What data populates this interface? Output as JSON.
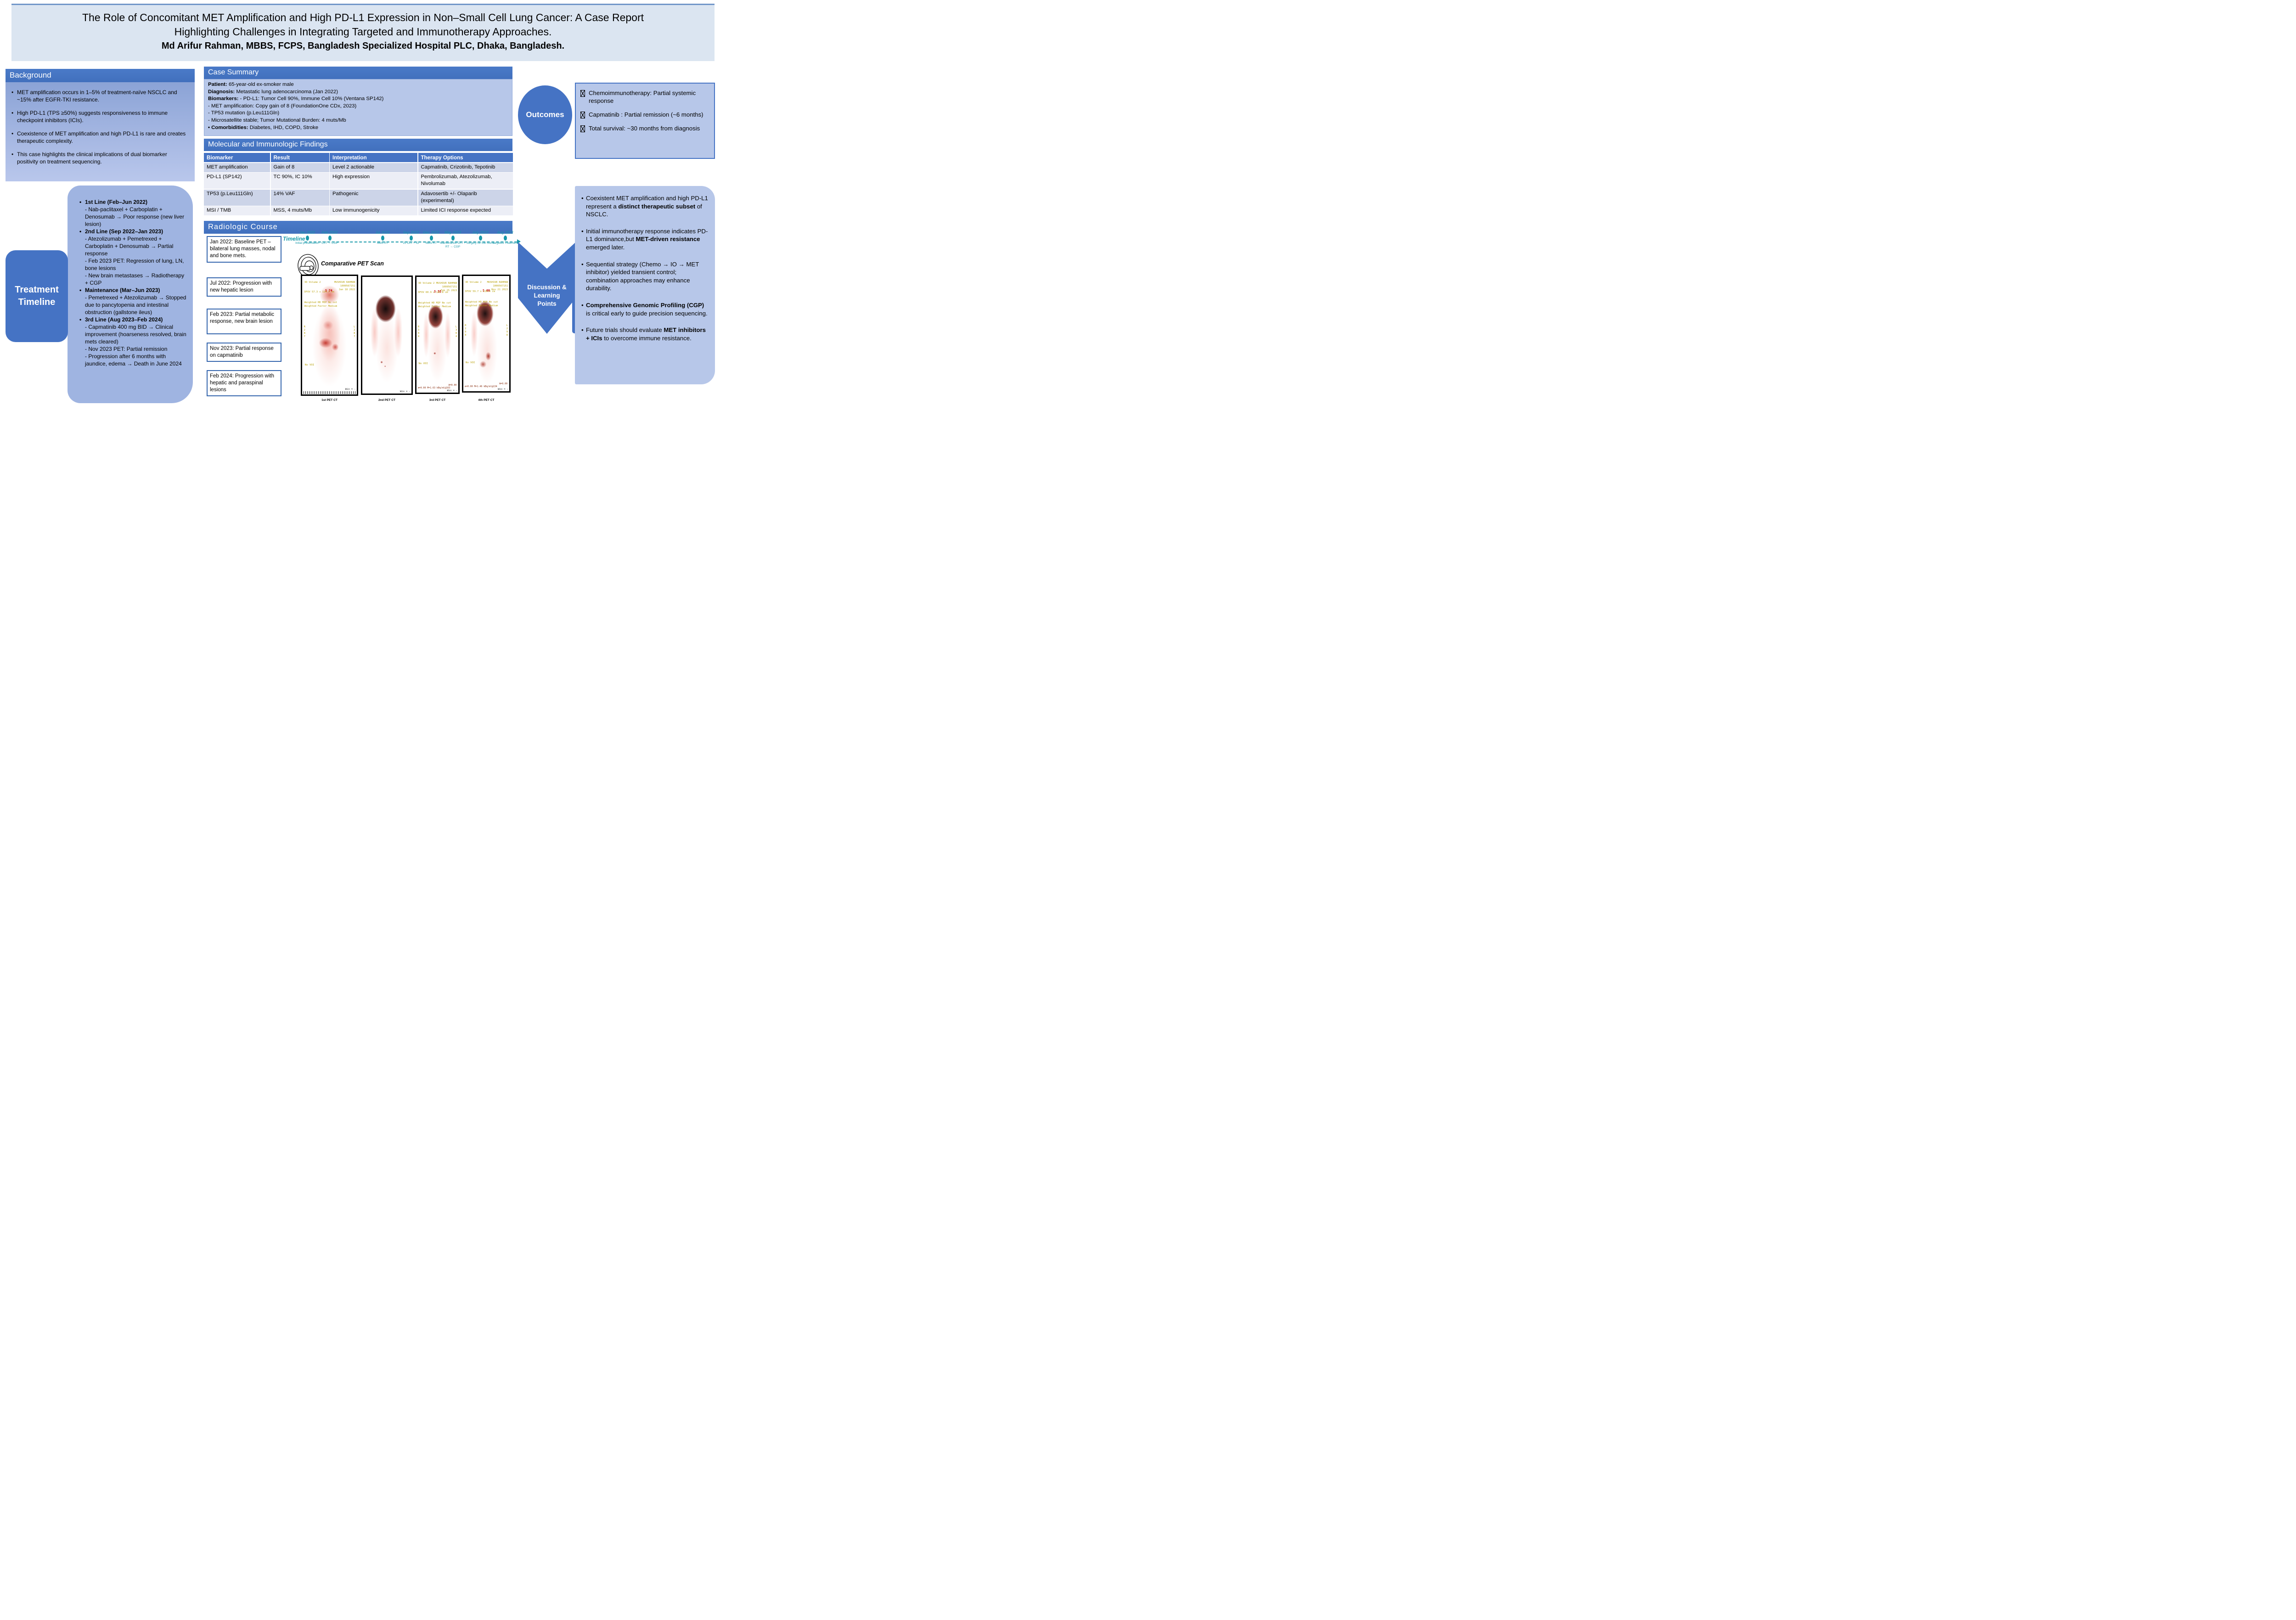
{
  "title": {
    "line1": "The Role of Concomitant MET Amplification and High PD-L1 Expression in Non–Small Cell Lung Cancer: A Case Report",
    "line2": "Highlighting Challenges in Integrating Targeted and Immunotherapy Approaches.",
    "line3": "Md Arifur Rahman, MBBS, FCPS, Bangladesh Specialized Hospital PLC, Dhaka, Bangladesh."
  },
  "background": {
    "header": "Background",
    "bullets": [
      "MET amplification occurs in 1–5% of treatment-naïve NSCLC and ~15% after EGFR-TKI resistance.",
      "High PD-L1 (TPS ≥50%) suggests responsiveness to immune checkpoint inhibitors (ICIs).",
      "Coexistence of MET amplification and high PD-L1 is rare and creates therapeutic complexity.",
      "This case highlights the clinical implications of dual biomarker positivity on treatment sequencing."
    ]
  },
  "case_summary": {
    "header": "Case Summary",
    "rows": [
      {
        "label": "Patient:",
        "text": " 65-year-old ex-smoker male"
      },
      {
        "label": "Diagnosis:",
        "text": " Metastatic lung adenocarcinoma (Jan 2022)"
      },
      {
        "label": "Biomarkers:",
        "text": " - PD-L1: Tumor Cell 90%, Immune Cell 10% (Ventana SP142)"
      },
      {
        "label": "",
        "text": "- MET amplification: Copy gain of 8 (FoundationOne CDx, 2023)"
      },
      {
        "label": "",
        "text": "- TP53 mutation (p.Leu111Gln)"
      },
      {
        "label": "",
        "text": "- Microsatellite stable; Tumor Mutational Burden: 4 muts/Mb"
      },
      {
        "label": "•  Comorbidities:",
        "text": " Diabetes, IHD, COPD, Stroke"
      }
    ]
  },
  "molecular": {
    "header": "Molecular and Immunologic Findings",
    "table": {
      "headers": [
        "Biomarker",
        "Result",
        "Interpretation",
        "Therapy Options"
      ],
      "rows": [
        {
          "c0": "MET amplification",
          "c1": "Gain of 8",
          "c2": "Level 2 actionable",
          "c3": "Capmatinib, Crizotinib, Tepotinib"
        },
        {
          "c0": "PD-L1 (SP142)",
          "c1": "TC 90%, IC 10%",
          "c2": "High expression",
          "c3": "Pembrolizumab, Atezolizumab, Nivolumab"
        },
        {
          "c0": "TP53 (p.Leu111Gln)",
          "c1": "14% VAF",
          "c2": "Pathogenic",
          "c3": "Adavosertib +/- Olaparib (experimental)"
        },
        {
          "c0": "MSI / TMB",
          "c1": "MSS, 4 muts/Mb",
          "c2": "Low immunogenicity",
          "c3": "Limited ICI response expected"
        }
      ]
    }
  },
  "radiologic": {
    "header": "Radiologic Course",
    "events": [
      "Jan 2022:  Baseline PET – bilateral lung masses, nodal and bone mets.",
      "Jul 2022:  Progression with new hepatic lesion",
      "Feb 2023:  Partial metabolic response, new brain lesion",
      "Nov 2023:  Partial response on  capmatinib",
      "Feb 2024:  Progression with hepatic and paraspinal lesions"
    ]
  },
  "timeline": {
    "label": "Timeline",
    "events": [
      {
        "date": "Jan 2022",
        "label": "Initial presentation"
      },
      {
        "date": "Feb 2022",
        "label": "ChT → CGP"
      },
      {
        "date": "Jul 2022",
        "label": "Mets RT"
      },
      {
        "date": "Sep 2022",
        "label": "2L ChT + IO"
      },
      {
        "date": "Dec 2022",
        "label": "Mets RT"
      },
      {
        "date": "May 2023",
        "label": "Maintenance ChT + RT → CGP"
      },
      {
        "date": "July 2023",
        "label": "Surgery for GB Stone"
      },
      {
        "date": "Aug 2023",
        "label": "Targeted Treatment"
      }
    ]
  },
  "pet": {
    "section_label": "Comparative PET Scan",
    "scans": [
      {
        "volume": "3D Volume 2",
        "s": "S 74",
        "dfov": "DFOV 57.3 x 114.7 cm",
        "weighted": "Weighted HD MIP No cut\nWeighted Factor Medium",
        "patient": "MUSHIUR RAHMAN\n1000567151\nJan 18 2022",
        "side_left": "R\n2\n8\n7",
        "side_right": "L\n2\n8\n7",
        "voi": "No VOI",
        "win": "Win = -",
        "caption": "1st PET CT"
      },
      {
        "win": "Win = -",
        "caption": "2nd PET CT"
      },
      {
        "volume": "3D Volume 2",
        "s": "S 55",
        "dfov": "DFOV 60.9 x 121.8 cm",
        "weighted": "Weighted HD MIP No cut\nWeighted Factor Medium",
        "patient": "MUSHIUR RAHMAN\n1000567151\nFeb 25 2023",
        "side_left": "R\n3\n0\n4",
        "side_right": "L\n3\n0\n4",
        "voi": "No VOI",
        "bottom": "m=0.00 M=1.63 kBq/ml@163",
        "w": "W=0.00",
        "win": "Win = -",
        "caption": "3rd PET CT"
      },
      {
        "volume": "3D Volume 2",
        "s": "S 60",
        "dfov": "DFOV 59.7 x 119.4 cm",
        "weighted": "Weighted HD MIP No cut\nWeighted Factor Medium",
        "patient": "MUSHIUR RAHMAN\n1000567151\nNov 21 2023",
        "side_left": "R\n2\n9\n8",
        "side_right": "L\n2\n9\n8",
        "voi": "No VOI",
        "bottom": "m=0.00 M=1.46 kBq/ml@134",
        "w": "W=0.00",
        "win": "Win = -",
        "caption": "4th PET CT"
      }
    ]
  },
  "outcomes": {
    "label": "Outcomes",
    "items": [
      "Chemoimmunotherapy: Partial systemic response",
      "Capmatinib : Partial remission (~6 months)",
      "Total survival: ~30 months from diagnosis"
    ]
  },
  "treatment": {
    "label_line1": "Treatment",
    "label_line2": "Timeline",
    "entries": [
      {
        "title": "1st Line (Feb–Jun 2022)",
        "details": [
          "- Nab-paclitaxel + Carboplatin + Denosumab → Poor response (new liver lesion)"
        ]
      },
      {
        "title": "2nd Line (Sep 2022–Jan 2023)",
        "details": [
          "- Atezolizumab + Pemetrexed + Carboplatin + Denosumab → Partial response",
          "- Feb 2023 PET: Regression of lung, LN, bone lesions",
          "- New brain metastases → Radiotherapy + CGP"
        ]
      },
      {
        "title": "Maintenance (Mar–Jun 2023)",
        "details": [
          "- Pemetrexed + Atezolizumab → Stopped due to pancytopenia and intestinal obstruction (gallstone ileus)"
        ]
      },
      {
        "title": "3rd Line (Aug 2023–Feb 2024)",
        "details": [
          "- Capmatinib 400 mg BID → Clinical improvement (hoarseness resolved, brain mets cleared)",
          "- Nov 2023 PET: Partial remission",
          "- Progression after 6 months with jaundice, edema → Death in June 2024"
        ]
      }
    ]
  },
  "discussion": {
    "chevron_line1": "Discussion &",
    "chevron_line2": "Learning",
    "chevron_line3": "Points",
    "items": [
      {
        "pre": "Coexistent MET amplification and high PD-L1 represent a ",
        "bold": "distinct therapeutic subset",
        "post": " of NSCLC."
      },
      {
        "pre": "Initial immunotherapy response indicates PD-L1 dominance,but ",
        "bold": "MET-driven resistance",
        "post": " emerged later."
      },
      {
        "pre": "Sequential strategy (Chemo → IO → MET inhibitor) yielded transient control; combination approaches may enhance durability.",
        "bold": "",
        "post": ""
      },
      {
        "pre": "",
        "bold": "Comprehensive Genomic Profiling (CGP)",
        "post": " is critical early to guide precision sequencing."
      },
      {
        "pre": "Future trials should evaluate ",
        "bold": "MET inhibitors + ICIs",
        "post": " to overcome immune resistance."
      }
    ]
  },
  "colors": {
    "accent_blue": "#4573c4",
    "panel_blue": "#b7c7e9",
    "banner_blue": "#dbe5f1",
    "timeline_teal": "#1899aa",
    "pet_annotation_yellow": "#b8a008",
    "pet_red": "#c00000"
  }
}
